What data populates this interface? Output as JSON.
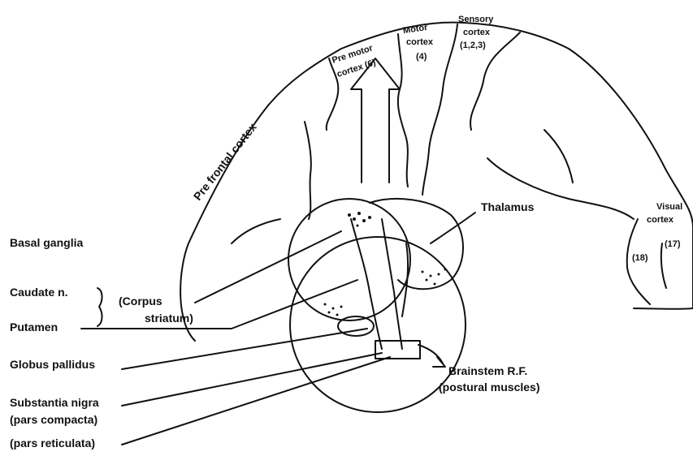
{
  "labels": {
    "pre_frontal": "Pre frontal cortex",
    "pre_motor_1": "Pre motor",
    "pre_motor_2": "cortex (6)",
    "motor_1": "Motor",
    "motor_2": "cortex",
    "motor_3": "(4)",
    "sensory_1": "Sensory",
    "sensory_2": "cortex",
    "sensory_3": "(1,2,3)",
    "thalamus": "Thalamus",
    "visual_1": "Visual",
    "visual_2": "cortex",
    "area_17": "(17)",
    "area_18": "(18)",
    "basal_ganglia": "Basal ganglia",
    "caudate": "Caudate n.",
    "corpus_1": "(Corpus",
    "corpus_2": "striatum)",
    "putamen": "Putamen",
    "globus": "Globus pallidus",
    "brainstem_1": "Brainstem R.F.",
    "brainstem_2": "(postural muscles)",
    "substantia_1": "Substantia nigra",
    "substantia_2": "(pars compacta)",
    "substantia_3": "(pars reticulata)"
  },
  "colors": {
    "ink": "#111111",
    "paper": "#ffffff"
  }
}
